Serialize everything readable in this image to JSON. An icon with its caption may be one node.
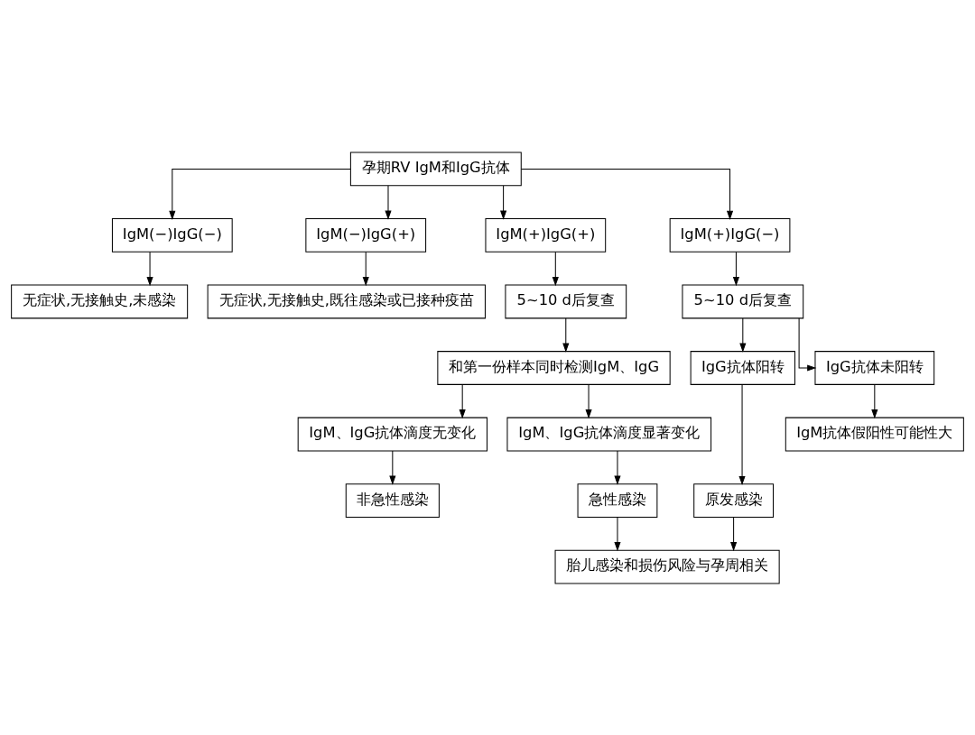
{
  "diagram": {
    "nodes": [
      {
        "text": [
          "孕期RV IgM和IgG抗体"
        ]
      },
      {
        "text": [
          "IgM(−)IgG(−)"
        ]
      },
      {
        "text": [
          "IgM(−)IgG(+)"
        ]
      },
      {
        "text": [
          "IgM(+)IgG(+)"
        ]
      },
      {
        "text": [
          "IgM(+)IgG(−)"
        ]
      },
      {
        "text": [
          "无症状,无接触史,未感染"
        ]
      },
      {
        "text": [
          "无症状,无接触史,既往感染或已接种疫苗"
        ]
      },
      {
        "text": [
          "5~10 d后复查"
        ]
      },
      {
        "text": [
          "5~10 d后复查"
        ]
      },
      {
        "text": [
          "和第一份样本同时检测IgM、IgG"
        ]
      },
      {
        "text": [
          "IgG抗体阳转"
        ]
      },
      {
        "text": [
          "IgG抗体未阳转"
        ]
      },
      {
        "text": [
          "IgM、IgG抗体滴度无变化"
        ]
      },
      {
        "text": [
          "IgM、IgG抗体滴度显著变化"
        ]
      },
      {
        "text": [
          "原发感染"
        ]
      },
      {
        "text": [
          "IgM抗体假阳性可能性大"
        ]
      },
      {
        "text": [
          "非急性感染"
        ]
      },
      {
        "text": [
          "急性感染"
        ]
      },
      {
        "text": [
          "胎儿感染和损伤风险与孕周相关"
        ]
      }
    ],
    "edges": [
      {
        "from": 0,
        "to": 1,
        "arrow": "to"
      },
      {
        "from": 0,
        "to": 2,
        "arrow": "to"
      },
      {
        "from": 0,
        "to": 3,
        "arrow": "to"
      },
      {
        "from": 0,
        "to": 4,
        "arrow": "to"
      },
      {
        "from": 1,
        "to": 5,
        "arrow": "to"
      },
      {
        "from": 2,
        "to": 6,
        "arrow": "to"
      },
      {
        "from": 3,
        "to": 7,
        "arrow": "to"
      },
      {
        "from": 4,
        "to": 8,
        "arrow": "to"
      },
      {
        "from": 7,
        "to": 9,
        "arrow": "to"
      },
      {
        "from": 8,
        "to": 10,
        "arrow": "to"
      },
      {
        "from": 8,
        "to": 11,
        "arrow": "to"
      },
      {
        "from": 9,
        "to": 12,
        "arrow": "to"
      },
      {
        "from": 9,
        "to": 13,
        "arrow": "to"
      },
      {
        "from": 10,
        "to": 14,
        "arrow": "to"
      },
      {
        "from": 11,
        "to": 15,
        "arrow": "to"
      },
      {
        "from": 12,
        "to": 16,
        "arrow": "to"
      },
      {
        "from": 13,
        "to": 17,
        "arrow": "to"
      },
      {
        "from": 14,
        "to": 18,
        "arrow": "to"
      },
      {
        "from": 17,
        "to": 18,
        "arrow": "to"
      }
    ]
  }
}
